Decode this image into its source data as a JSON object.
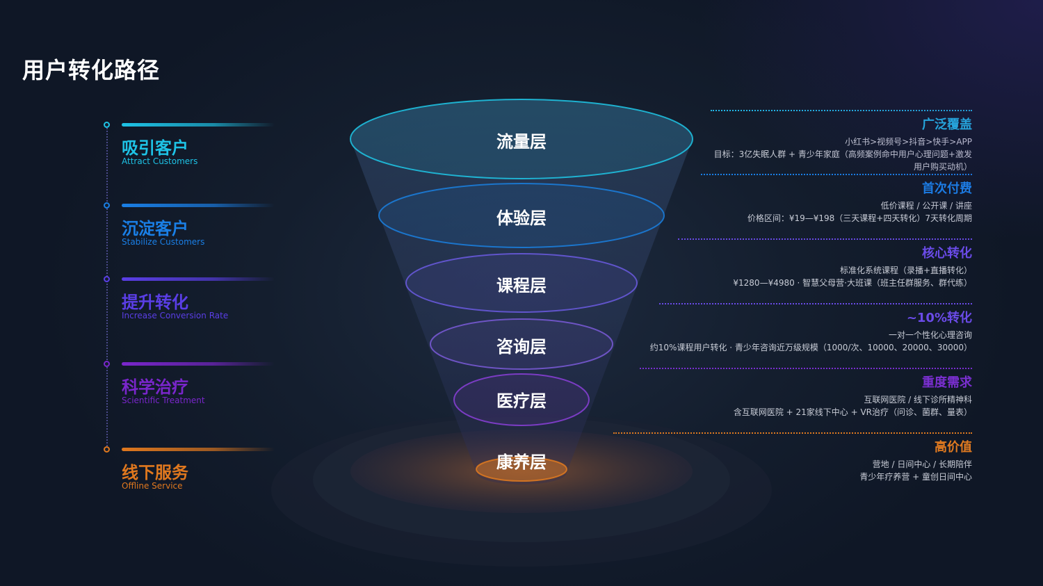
{
  "title": "用户转化路径",
  "stages": [
    {
      "cn": "吸引客户",
      "en": "Attract Customers",
      "color": "#1ec3e6"
    },
    {
      "cn": "沉淀客户",
      "en": "Stabilize Customers",
      "color": "#1a7fe6"
    },
    {
      "cn": "提升转化",
      "en": "Increase Conversion Rate",
      "color": "#5a3ee6"
    },
    {
      "cn": "科学治疗",
      "en": "Scientific Treatment",
      "color": "#7a26cc"
    },
    {
      "cn": "线下服务",
      "en": "Offline Service",
      "color": "#e0781e"
    }
  ],
  "funnel": [
    {
      "label": "流量层",
      "color": "#1ec8e8"
    },
    {
      "label": "体验层",
      "color": "#1a80e0"
    },
    {
      "label": "课程层",
      "color": "#6b5be0"
    },
    {
      "label": "咨询层",
      "color": "#7a5ad8"
    },
    {
      "label": "医疗层",
      "color": "#8a3fd8"
    },
    {
      "label": "康养层",
      "color": "#e07a20"
    }
  ],
  "details": [
    {
      "heading": "广泛覆盖",
      "color": "#22b8e8",
      "lines": [
        "小红书>视频号>抖音>快手>APP",
        "目标：3亿失眠人群 + 青少年家庭（高频案例命中用户心理问题+激发",
        "用户购买动机）"
      ]
    },
    {
      "heading": "首次付费",
      "color": "#1a80e8",
      "lines": [
        "低价课程 / 公开课 / 讲座",
        "价格区间：¥19—¥198（三天课程+四天转化）7天转化周期"
      ]
    },
    {
      "heading": "核心转化",
      "color": "#6a4be8",
      "lines": [
        "标准化系统课程（录播+直播转化）",
        "¥1280—¥4980 · 智慧父母营·大班课（班主任群服务、群代练）"
      ]
    },
    {
      "heading": "~10%转化",
      "color": "#6a4be8",
      "lines": [
        "一对一个性化心理咨询",
        "约10%课程用户转化 · 青少年咨询近万级规模（1000/次、10000、20000、30000）"
      ]
    },
    {
      "heading": "重度需求",
      "color": "#7a2fd0",
      "lines": [
        "互联网医院 / 线下诊所精神科",
        "含互联网医院 + 21家线下中心 + VR治疗（问诊、菌群、量表）"
      ]
    },
    {
      "heading": "高价值",
      "color": "#e07a20",
      "lines": [
        "营地 / 日间中心 / 长期陪伴",
        "青少年疗养营 + 童创日间中心"
      ]
    }
  ]
}
